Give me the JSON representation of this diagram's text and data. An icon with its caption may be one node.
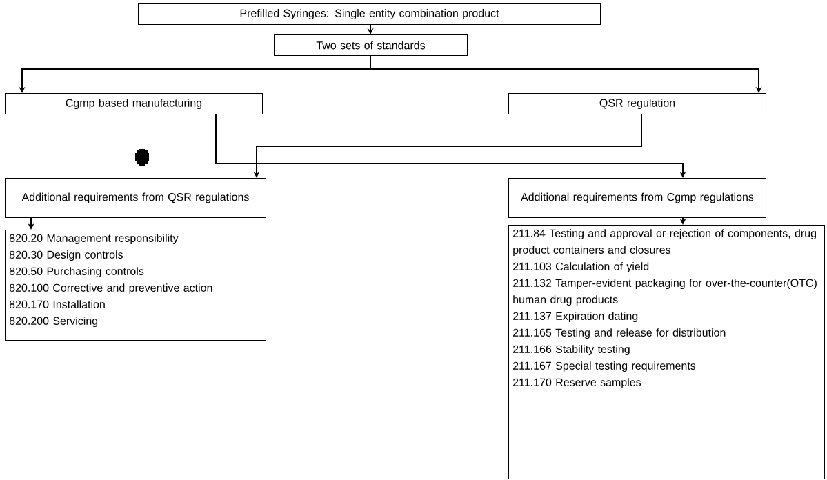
{
  "diagram": {
    "nodes": [
      {
        "text": [
          "Prefilled Syringes: Single entity combination product"
        ]
      },
      {
        "text": [
          "Two sets of standards"
        ]
      },
      {
        "text": [
          "Cgmp based manufacturing"
        ]
      },
      {
        "text": [
          "QSR regulation"
        ]
      },
      {
        "text": [
          "Additional requirements from QSR regulations"
        ]
      },
      {
        "text": [
          "Additional requirements from Cgmp regulations"
        ]
      },
      {
        "text": [
          "820.20 Management responsibility",
          "820.30 Design controls",
          "820.50 Purchasing controls",
          "820.100 Corrective and preventive action",
          "820.170 Installation",
          "820.200 Servicing"
        ]
      },
      {
        "text": [
          "211.84 Testing and approval or rejection of components, drug product containers and closures",
          "211.103 Calculation of yield",
          "211.132 Tamper-evident packaging for over-the-counter(OTC) human drug products",
          "211.137 Expiration dating",
          "211.165 Testing and release for distribution",
          "211.166 Stability testing",
          "211.167 Special testing requirements",
          "211.170 Reserve samples"
        ]
      }
    ],
    "edges": [
      {
        "from": 0,
        "to": 1,
        "arrow": "to"
      },
      {
        "from": 1,
        "to": 2,
        "arrow": "to"
      },
      {
        "from": 1,
        "to": 3,
        "arrow": "to"
      },
      {
        "from": 2,
        "to": 5,
        "arrow": "to"
      },
      {
        "from": 3,
        "to": 4,
        "arrow": "to"
      },
      {
        "from": 4,
        "to": 6,
        "arrow": "to"
      },
      {
        "from": 5,
        "to": 7,
        "arrow": "to"
      }
    ]
  }
}
